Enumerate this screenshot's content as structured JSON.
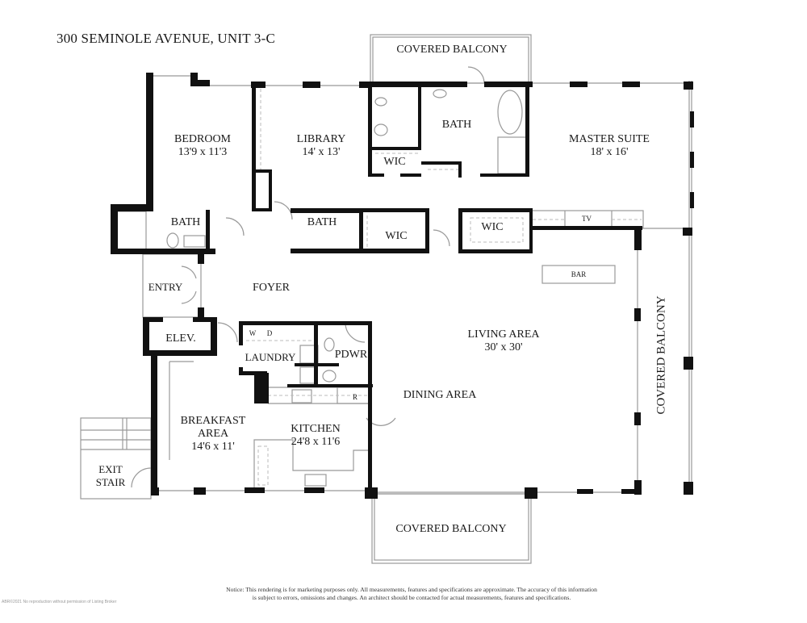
{
  "title": "300 SEMINOLE AVENUE, UNIT 3-C",
  "rooms": {
    "covered_balcony_top": {
      "name": "COVERED BALCONY"
    },
    "bedroom": {
      "name": "BEDROOM",
      "dim": "13'9 x 11'3"
    },
    "library": {
      "name": "LIBRARY",
      "dim": "14' x 13'"
    },
    "master_bath": {
      "name": "BATH"
    },
    "master_suite": {
      "name": "MASTER SUITE",
      "dim": "18' x 16'"
    },
    "wic_master_left": {
      "name": "WIC"
    },
    "bedroom_bath": {
      "name": "BATH"
    },
    "library_bath": {
      "name": "BATH"
    },
    "wic_center": {
      "name": "WIC"
    },
    "wic_right": {
      "name": "WIC"
    },
    "tv": {
      "name": "TV"
    },
    "bar": {
      "name": "BAR"
    },
    "entry": {
      "name": "ENTRY"
    },
    "foyer": {
      "name": "FOYER"
    },
    "elevator": {
      "name": "ELEV."
    },
    "laundry": {
      "name": "LAUNDRY"
    },
    "washer": {
      "name": "W"
    },
    "dryer": {
      "name": "D"
    },
    "powder": {
      "name": "PDWR"
    },
    "refrigerator": {
      "name": "R"
    },
    "living_area": {
      "name": "LIVING AREA",
      "dim": "30' x 30'"
    },
    "dining_area": {
      "name": "DINING AREA"
    },
    "breakfast_area": {
      "name": "BREAKFAST",
      "name2": "AREA",
      "dim": "14'6 x 11'"
    },
    "kitchen": {
      "name": "KITCHEN",
      "dim": "24'8 x 11'6"
    },
    "exit_stair": {
      "name": "EXIT",
      "name2": "STAIR"
    },
    "covered_balcony_right": {
      "name": "COVERED BALCONY"
    },
    "covered_balcony_bottom": {
      "name": "COVERED BALCONY"
    }
  },
  "notice": {
    "line1": "Notice: This rendering is for marketing purposes only. All measurements, features and specifications are approximate. The accuracy of this information",
    "line2": "is subject to errors, omissions and changes. An architect should be contacted for actual measurements, features and specifications."
  },
  "watermark": "ABR©2021 No reproduction without permission of Listing Broker",
  "colors": {
    "wall": "#111111",
    "thin": "#999999",
    "background": "#ffffff"
  }
}
